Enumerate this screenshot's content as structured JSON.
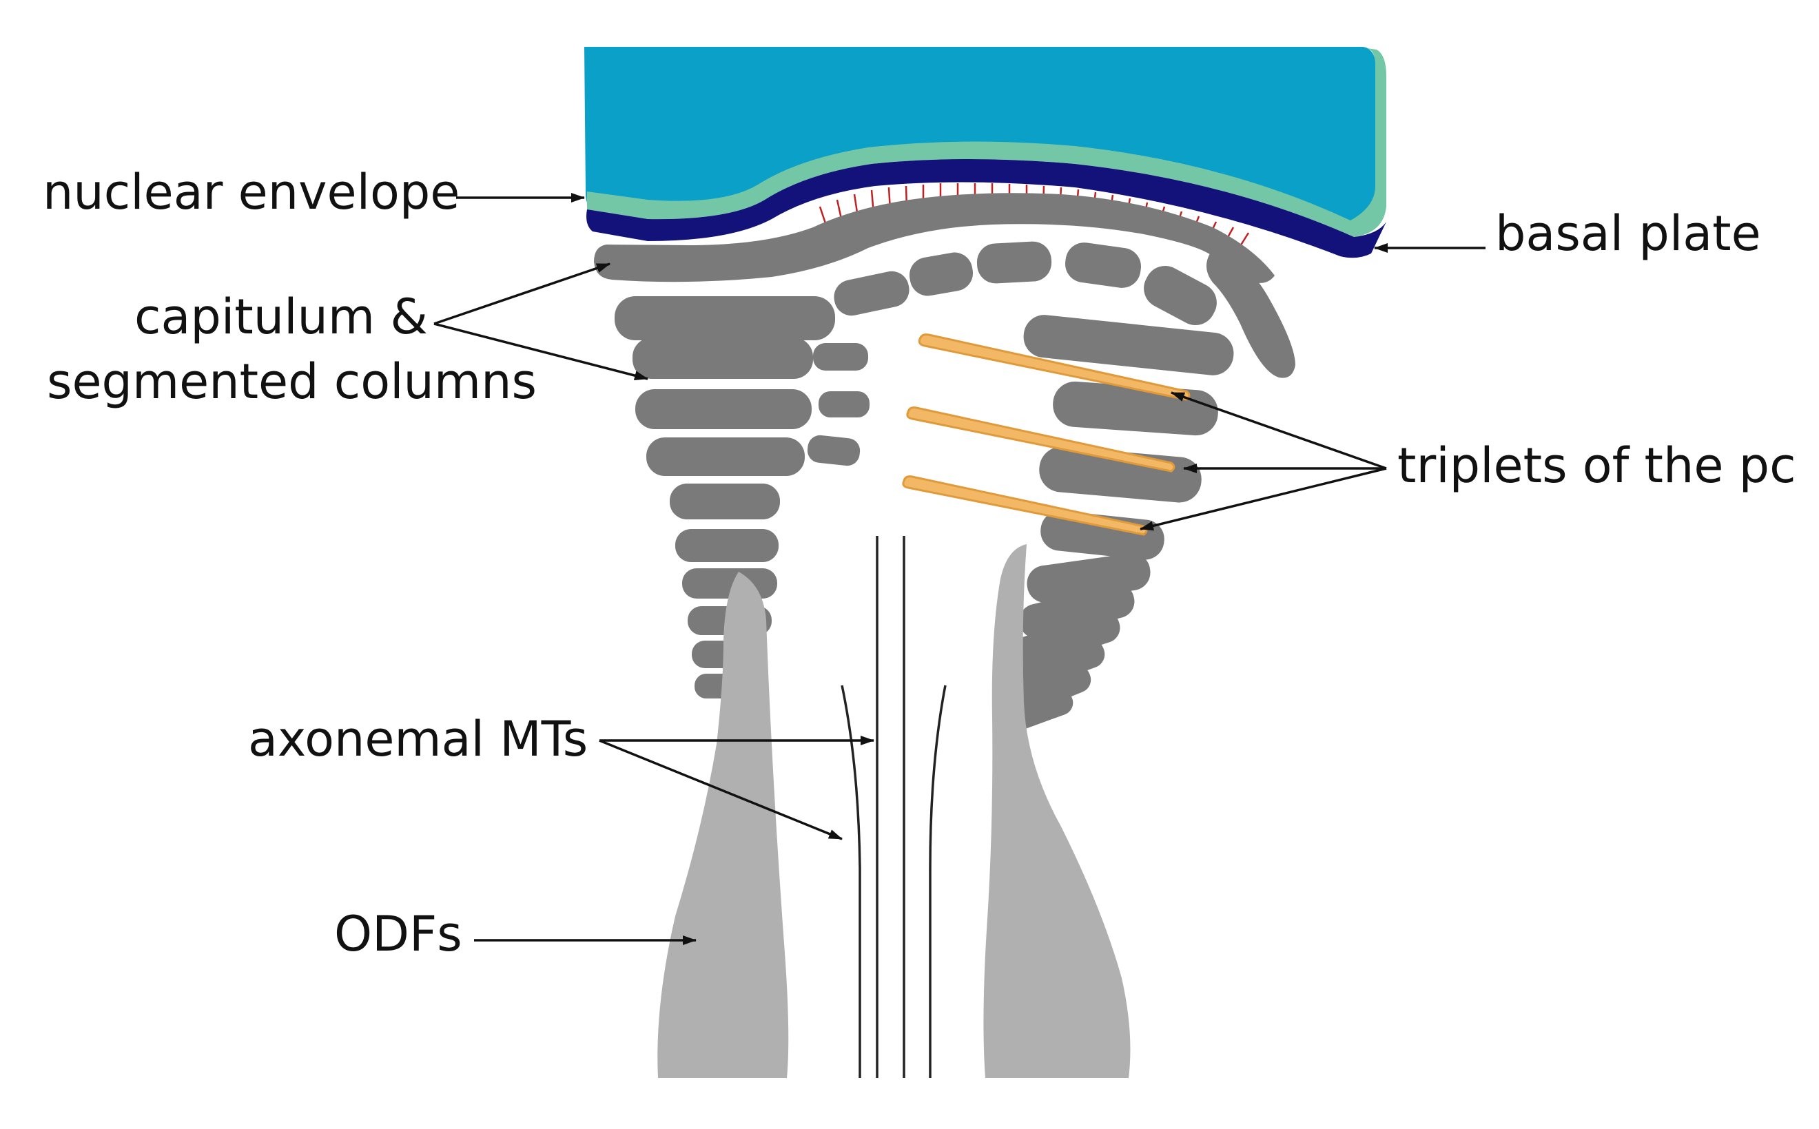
{
  "labels": {
    "nuclear_envelope": "nuclear envelope",
    "basal_plate": "basal plate",
    "capitulum_line1": "capitulum &",
    "capitulum_line2": "segmented columns",
    "triplets": "triplets of the pc",
    "axonemal": "axonemal MTs",
    "odfs": "ODFs"
  },
  "colors": {
    "nucleus": "#0aa0c8",
    "nuclear_envelope": "#74c7a6",
    "basal_plate": "#12127a",
    "segments": "#7a7a7a",
    "odf": "#b0b0b0",
    "triplet": "#f2b866",
    "fibers": "#c02020"
  }
}
